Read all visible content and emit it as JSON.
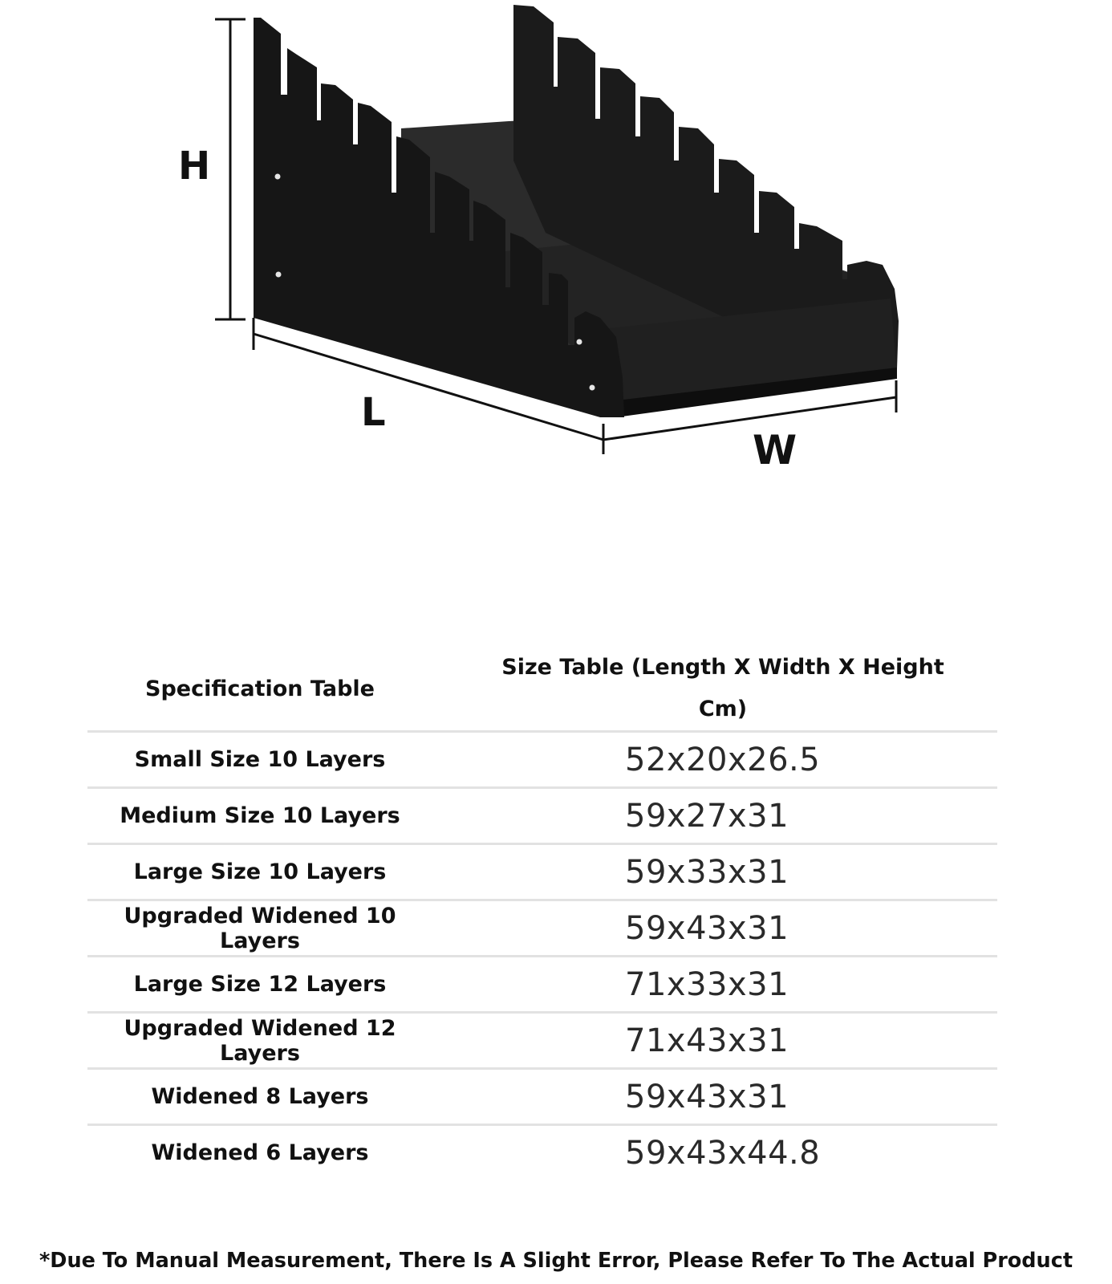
{
  "diagram": {
    "labels": {
      "height": "H",
      "length": "L",
      "width": "W"
    },
    "product_color": "#161616"
  },
  "table": {
    "header": {
      "spec": "Specification Table",
      "size_line1": "Size Table (Length X Width X Height",
      "size_line2": "Cm)"
    },
    "rows": [
      {
        "name": "Small Size 10 Layers",
        "size": "52x20x26.5"
      },
      {
        "name": "Medium Size 10 Layers",
        "size": "59x27x31"
      },
      {
        "name": "Large Size 10 Layers",
        "size": "59x33x31"
      },
      {
        "name": "Upgraded Widened 10 Layers",
        "size": "59x43x31"
      },
      {
        "name": "Large Size 12 Layers",
        "size": "71x33x31"
      },
      {
        "name": "Upgraded Widened 12 Layers",
        "size": "71x43x31"
      },
      {
        "name": "Widened 8 Layers",
        "size": "59x43x31"
      },
      {
        "name": "Widened 6 Layers",
        "size": "59x43x44.8"
      }
    ],
    "border_color": "#e2e2e2"
  },
  "footnote": "*Due To Manual Measurement, There Is A Slight Error, Please Refer To The Actual Product"
}
